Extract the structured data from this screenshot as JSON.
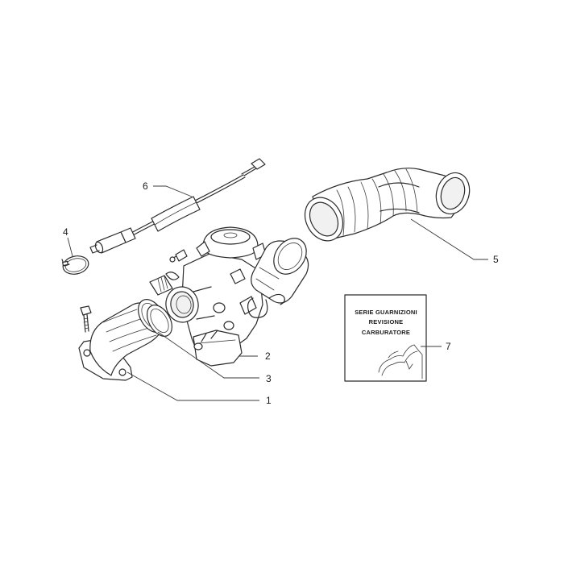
{
  "callouts": {
    "c1": "1",
    "c2": "2",
    "c3": "3",
    "c4": "4",
    "c5": "5",
    "c6": "6",
    "c7": "7"
  },
  "gasket_kit_card": {
    "line1": "SERIE GUARNIZIONI",
    "line2": "REVISIONE",
    "line3": "CARBURATORE"
  }
}
